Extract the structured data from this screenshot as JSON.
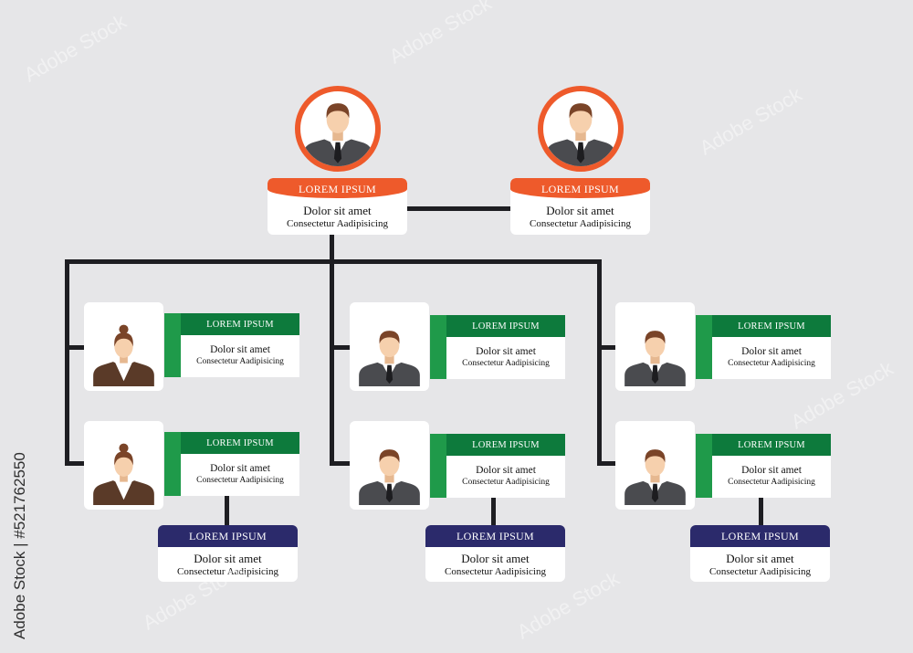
{
  "top": [
    {
      "title": "LOREM IPSUM",
      "line1": "Dolor sit amet",
      "line2": "Consectetur Aadipisicing",
      "avatar": "man"
    },
    {
      "title": "LOREM IPSUM",
      "line1": "Dolor sit amet",
      "line2": "Consectetur Aadipisicing",
      "avatar": "man"
    }
  ],
  "members": [
    {
      "title": "LOREM IPSUM",
      "line1": "Dolor sit amet",
      "line2": "Consectetur Aadipisicing",
      "avatar": "woman"
    },
    {
      "title": "LOREM IPSUM",
      "line1": "Dolor sit amet",
      "line2": "Consectetur Aadipisicing",
      "avatar": "man"
    },
    {
      "title": "LOREM IPSUM",
      "line1": "Dolor sit amet",
      "line2": "Consectetur Aadipisicing",
      "avatar": "man"
    },
    {
      "title": "LOREM IPSUM",
      "line1": "Dolor sit amet",
      "line2": "Consectetur Aadipisicing",
      "avatar": "woman"
    },
    {
      "title": "LOREM IPSUM",
      "line1": "Dolor sit amet",
      "line2": "Consectetur Aadipisicing",
      "avatar": "man"
    },
    {
      "title": "LOREM IPSUM",
      "line1": "Dolor sit amet",
      "line2": "Consectetur Aadipisicing",
      "avatar": "man"
    }
  ],
  "sub": [
    {
      "title": "LOREM IPSUM",
      "line1": "Dolor sit amet",
      "line2": "Consectetur Aadipisicing"
    },
    {
      "title": "LOREM IPSUM",
      "line1": "Dolor sit amet",
      "line2": "Consectetur Aadipisicing"
    },
    {
      "title": "LOREM IPSUM",
      "line1": "Dolor sit amet",
      "line2": "Consectetur Aadipisicing"
    }
  ],
  "stock_label": "Adobe Stock | #521762550",
  "watermark": "Adobe Stock",
  "colors": {
    "orange": "#ee5a2b",
    "green_dark": "#0d7a3c",
    "green_light": "#1f9a4a",
    "navy": "#2b2a6b",
    "line": "#1e1e22",
    "bg": "#e6e6e8"
  }
}
